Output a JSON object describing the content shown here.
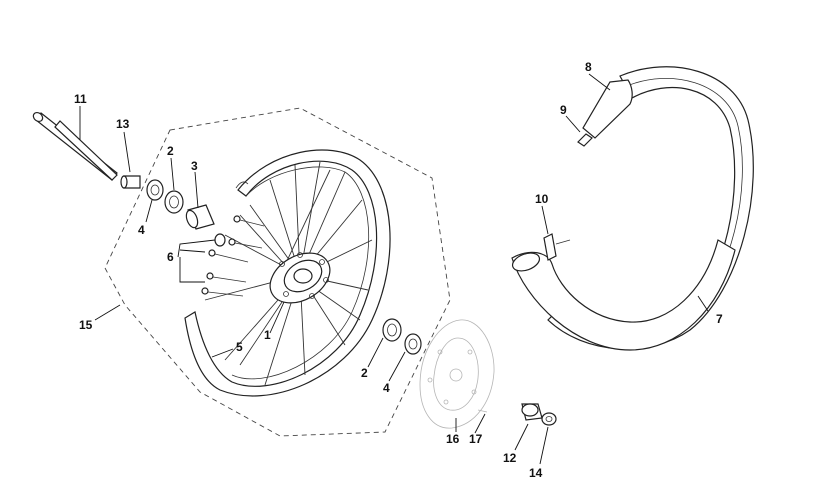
{
  "callouts": {
    "c1": "1",
    "c2a": "2",
    "c2b": "2",
    "c3": "3",
    "c4a": "4",
    "c4b": "4",
    "c5": "5",
    "c6": "6",
    "c7": "7",
    "c8": "8",
    "c9": "9",
    "c10": "10",
    "c11": "11",
    "c12": "12",
    "c13": "13",
    "c14": "14",
    "c15": "15",
    "c16": "16",
    "c17": "17"
  },
  "icons": {
    "wheel": "spoked-wheel-rim",
    "tire": "tire",
    "tube": "inner-tube",
    "disc": "brake-disc",
    "axle": "axle-shaft"
  }
}
